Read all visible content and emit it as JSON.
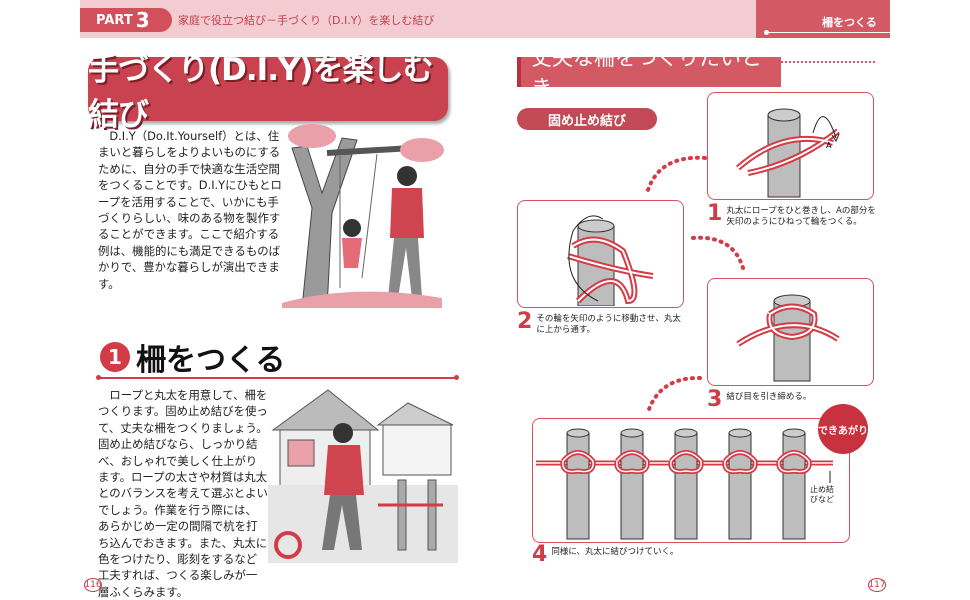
{
  "header": {
    "part_label": "PART",
    "part_number": "3",
    "breadcrumb": "家庭で役立つ結び－手づくり（D.I.Y）を楽しむ結び",
    "right_section": "柵をつくる"
  },
  "left_page": {
    "title": "手づくり(D.I.Y)を楽しむ結び",
    "intro": "D.I.Y（Do.It.Yourself）とは、住まいと暮らしをよりよいものにするために、自分の手で快適な生活空間をつくることです。D.I.Yにひもとロープを活用することで、いかにも手づくりらしい、味のある物を製作することができます。ここで紹介する例は、機能的にも満足できるものばかりで、豊かな暮らしが演出できます。",
    "section": {
      "number": "1",
      "title": "柵をつくる",
      "text": "ロープと丸太を用意して、柵をつくります。固め止め結びを使って、丈夫な柵をつくりましょう。固め止め結びなら、しっかり結べ、おしゃれで美しく仕上がります。ロープの太さや材質は丸太とのバランスを考えて選ぶとよいでしょう。作業を行う際には、あらかじめ一定の間隔で杭を打ち込んでおきます。また、丸太に色をつけたり、彫刻をするなど工夫すれば、つくる楽しみが一層ふくらみます。"
    },
    "page_number": "116"
  },
  "right_page": {
    "heading": "丈夫な柵をつくりたいとき",
    "knot_name": "固め止め結び",
    "label_a": "A",
    "steps": [
      {
        "n": "1",
        "text": "丸太にロープをひと巻きし、Aの部分を矢印のようにひねって輪をつくる。"
      },
      {
        "n": "2",
        "text": "その輪を矢印のように移動させ、丸太に上から通す。"
      },
      {
        "n": "3",
        "text": "結び目を引き締める。"
      },
      {
        "n": "4",
        "text": "同様に、丸太に結びつけていく。"
      }
    ],
    "done_badge": "できあがり",
    "stopper_note": "止め結びなど",
    "page_number": "117"
  },
  "colors": {
    "accent": "#d33b47",
    "band": "#f3ccd2",
    "title_bg": "#c8434f"
  }
}
